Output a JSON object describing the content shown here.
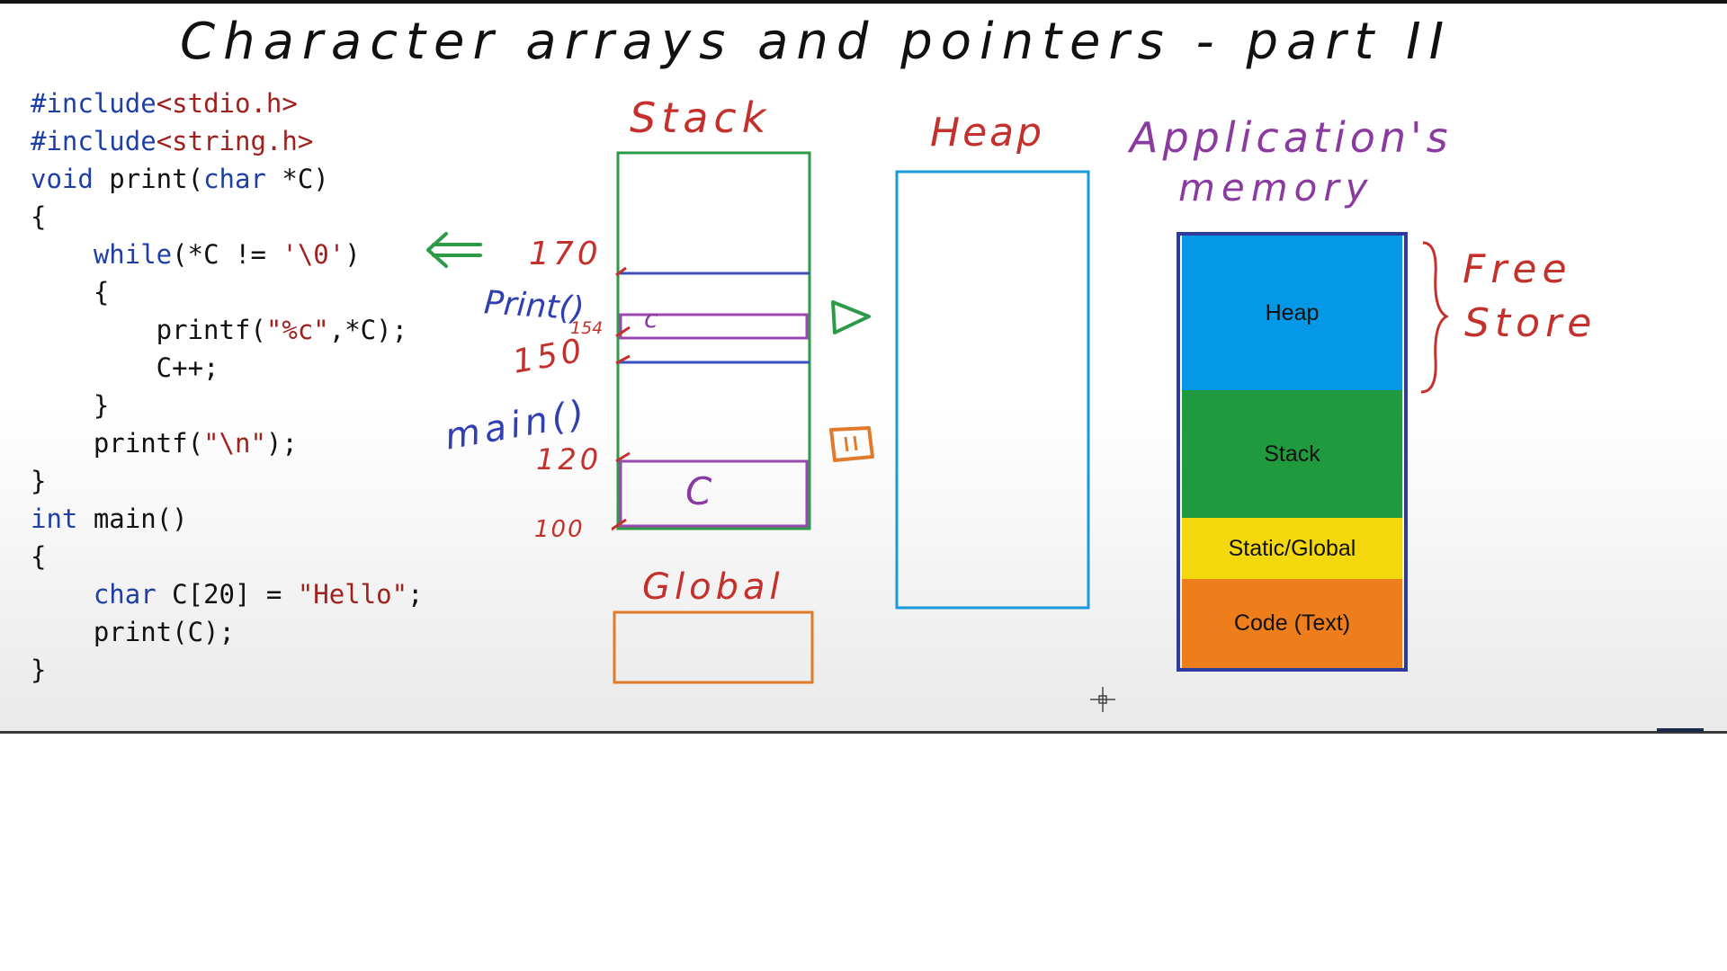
{
  "title": "Character arrays and pointers - part II",
  "code": {
    "lines": [
      [
        {
          "t": "#include",
          "c": "pp"
        },
        {
          "t": "<stdio.h>",
          "c": "hdr"
        }
      ],
      [
        {
          "t": "#include",
          "c": "pp"
        },
        {
          "t": "<string.h>",
          "c": "hdr"
        }
      ],
      [
        {
          "t": "void",
          "c": "kw"
        },
        {
          "t": " print(",
          "c": ""
        },
        {
          "t": "char",
          "c": "kw"
        },
        {
          "t": " *C)",
          "c": ""
        }
      ],
      [
        {
          "t": "{",
          "c": ""
        }
      ],
      [
        {
          "t": "    ",
          "c": ""
        },
        {
          "t": "while",
          "c": "kw"
        },
        {
          "t": "(*C != ",
          "c": ""
        },
        {
          "t": "'\\0'",
          "c": "str"
        },
        {
          "t": ")",
          "c": ""
        }
      ],
      [
        {
          "t": "    {",
          "c": ""
        }
      ],
      [
        {
          "t": "        printf(",
          "c": ""
        },
        {
          "t": "\"%c\"",
          "c": "str"
        },
        {
          "t": ",*C);",
          "c": ""
        }
      ],
      [
        {
          "t": "        C++;",
          "c": ""
        }
      ],
      [
        {
          "t": "    }",
          "c": ""
        }
      ],
      [
        {
          "t": "    printf(",
          "c": ""
        },
        {
          "t": "\"\\n\"",
          "c": "str"
        },
        {
          "t": ");",
          "c": ""
        }
      ],
      [
        {
          "t": "}",
          "c": ""
        }
      ],
      [
        {
          "t": "int",
          "c": "kw"
        },
        {
          "t": " main()",
          "c": ""
        }
      ],
      [
        {
          "t": "{",
          "c": ""
        }
      ],
      [
        {
          "t": "    ",
          "c": ""
        },
        {
          "t": "char",
          "c": "kw"
        },
        {
          "t": " C[20] = ",
          "c": ""
        },
        {
          "t": "\"Hello\"",
          "c": "str"
        },
        {
          "t": ";",
          "c": ""
        }
      ],
      [
        {
          "t": "    print(C);",
          "c": ""
        }
      ],
      [
        {
          "t": "}",
          "c": ""
        }
      ]
    ]
  },
  "stack_diagram": {
    "heading": "Stack",
    "addresses": {
      "a170": "170",
      "a154": "154",
      "a150": "150",
      "a120": "120",
      "a100": "100"
    },
    "frames": {
      "print": "Print()",
      "main": "main()"
    },
    "cells": {
      "print_local": "c",
      "main_local": "C"
    },
    "global_heading": "Global"
  },
  "heap_diagram": {
    "heading": "Heap"
  },
  "app_memory": {
    "heading_line1": "Application's",
    "heading_line2": "memory",
    "segments": [
      {
        "label": "Heap",
        "color": "#0598e6"
      },
      {
        "label": "Stack",
        "color": "#1f9a3e"
      },
      {
        "label": "Static/Global",
        "color": "#f2d80c"
      },
      {
        "label": "Code (Text)",
        "color": "#ee7d1c"
      }
    ],
    "free_store_line1": "Free",
    "free_store_line2": "Store"
  },
  "colors": {
    "stack_outline": "#2d9a47",
    "frame_line": "#3b4fc0",
    "cell_outline": "#9a47b0",
    "heap_outline": "#1a9ad8",
    "global_outline": "#e07b2c",
    "arrow_green": "#2d9a47",
    "red_ink": "#c4302b",
    "memory_border": "#2e3a9c"
  },
  "icons": [
    "left-arrow-icon",
    "play-triangle-icon",
    "pause-box-icon",
    "cursor-crosshair-icon"
  ]
}
